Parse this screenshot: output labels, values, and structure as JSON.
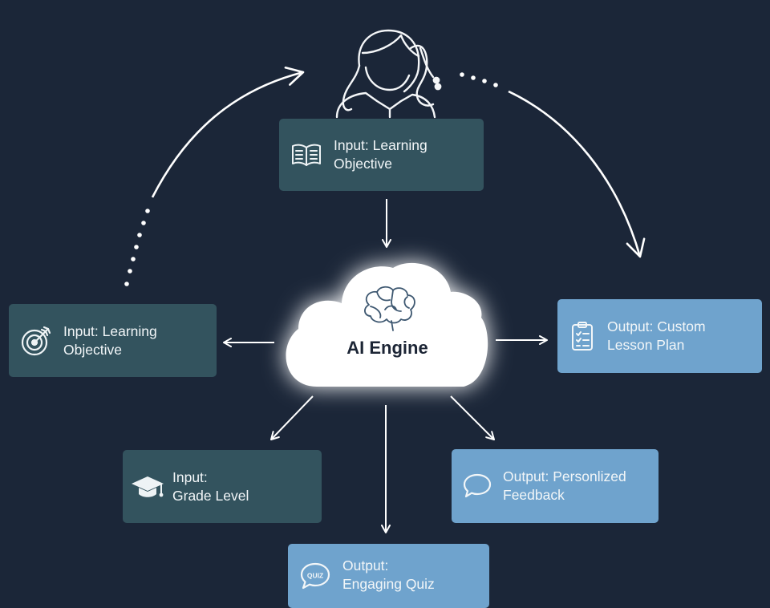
{
  "engine": {
    "label": "AI Engine",
    "icon": "brain-icon"
  },
  "nodes": {
    "top_input": {
      "line1": "Input: Learning",
      "line2": "Objective",
      "icon": "book-icon"
    },
    "left_input": {
      "line1": "Input: Learning",
      "line2": "Objective",
      "icon": "target-icon"
    },
    "grade_input": {
      "line1": "Input:",
      "line2": "Grade Level",
      "icon": "graduation-cap-icon"
    },
    "lesson_output": {
      "line1": "Output: Custom",
      "line2": "Lesson Plan",
      "icon": "checklist-icon"
    },
    "feedback_output": {
      "line1": "Output: Personlized",
      "line2": "Feedback",
      "icon": "speech-bubble-icon"
    },
    "quiz_output": {
      "line1": "Output:",
      "line2": "Engaging Quiz",
      "icon": "quiz-bubble-icon"
    }
  },
  "quiz_icon_text": "QUIZ",
  "teacher_icon": "teacher-icon",
  "colors": {
    "background": "#1b2638",
    "input_box": "#33535e",
    "output_box": "#6fa3cd",
    "cloud": "#ffffff",
    "arrow": "#ffffff"
  }
}
